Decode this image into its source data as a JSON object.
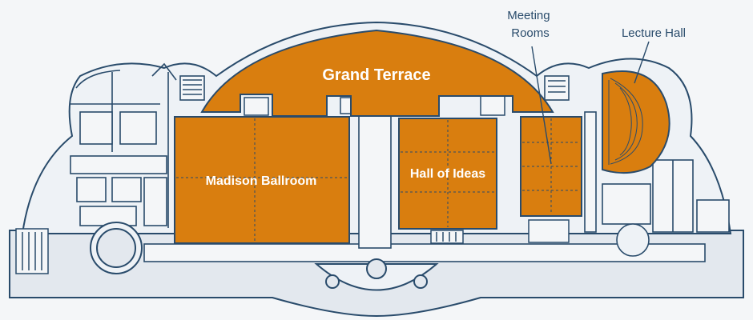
{
  "map": {
    "colors": {
      "background": "#f4f6f8",
      "room_fill": "#d97e0f",
      "wall": "#294b6b",
      "floor": "#e3e8ee",
      "label_on_room": "#ffffff",
      "label_outside": "#294b6b"
    },
    "rooms": [
      {
        "id": "grand-terrace",
        "label": "Grand Terrace"
      },
      {
        "id": "madison-ballroom",
        "label": "Madison Ballroom"
      },
      {
        "id": "hall-of-ideas",
        "label": "Hall of Ideas"
      },
      {
        "id": "meeting-rooms",
        "label": "Meeting Rooms",
        "label_lines": [
          "Meeting",
          "Rooms"
        ]
      },
      {
        "id": "lecture-hall",
        "label": "Lecture Hall"
      }
    ]
  }
}
